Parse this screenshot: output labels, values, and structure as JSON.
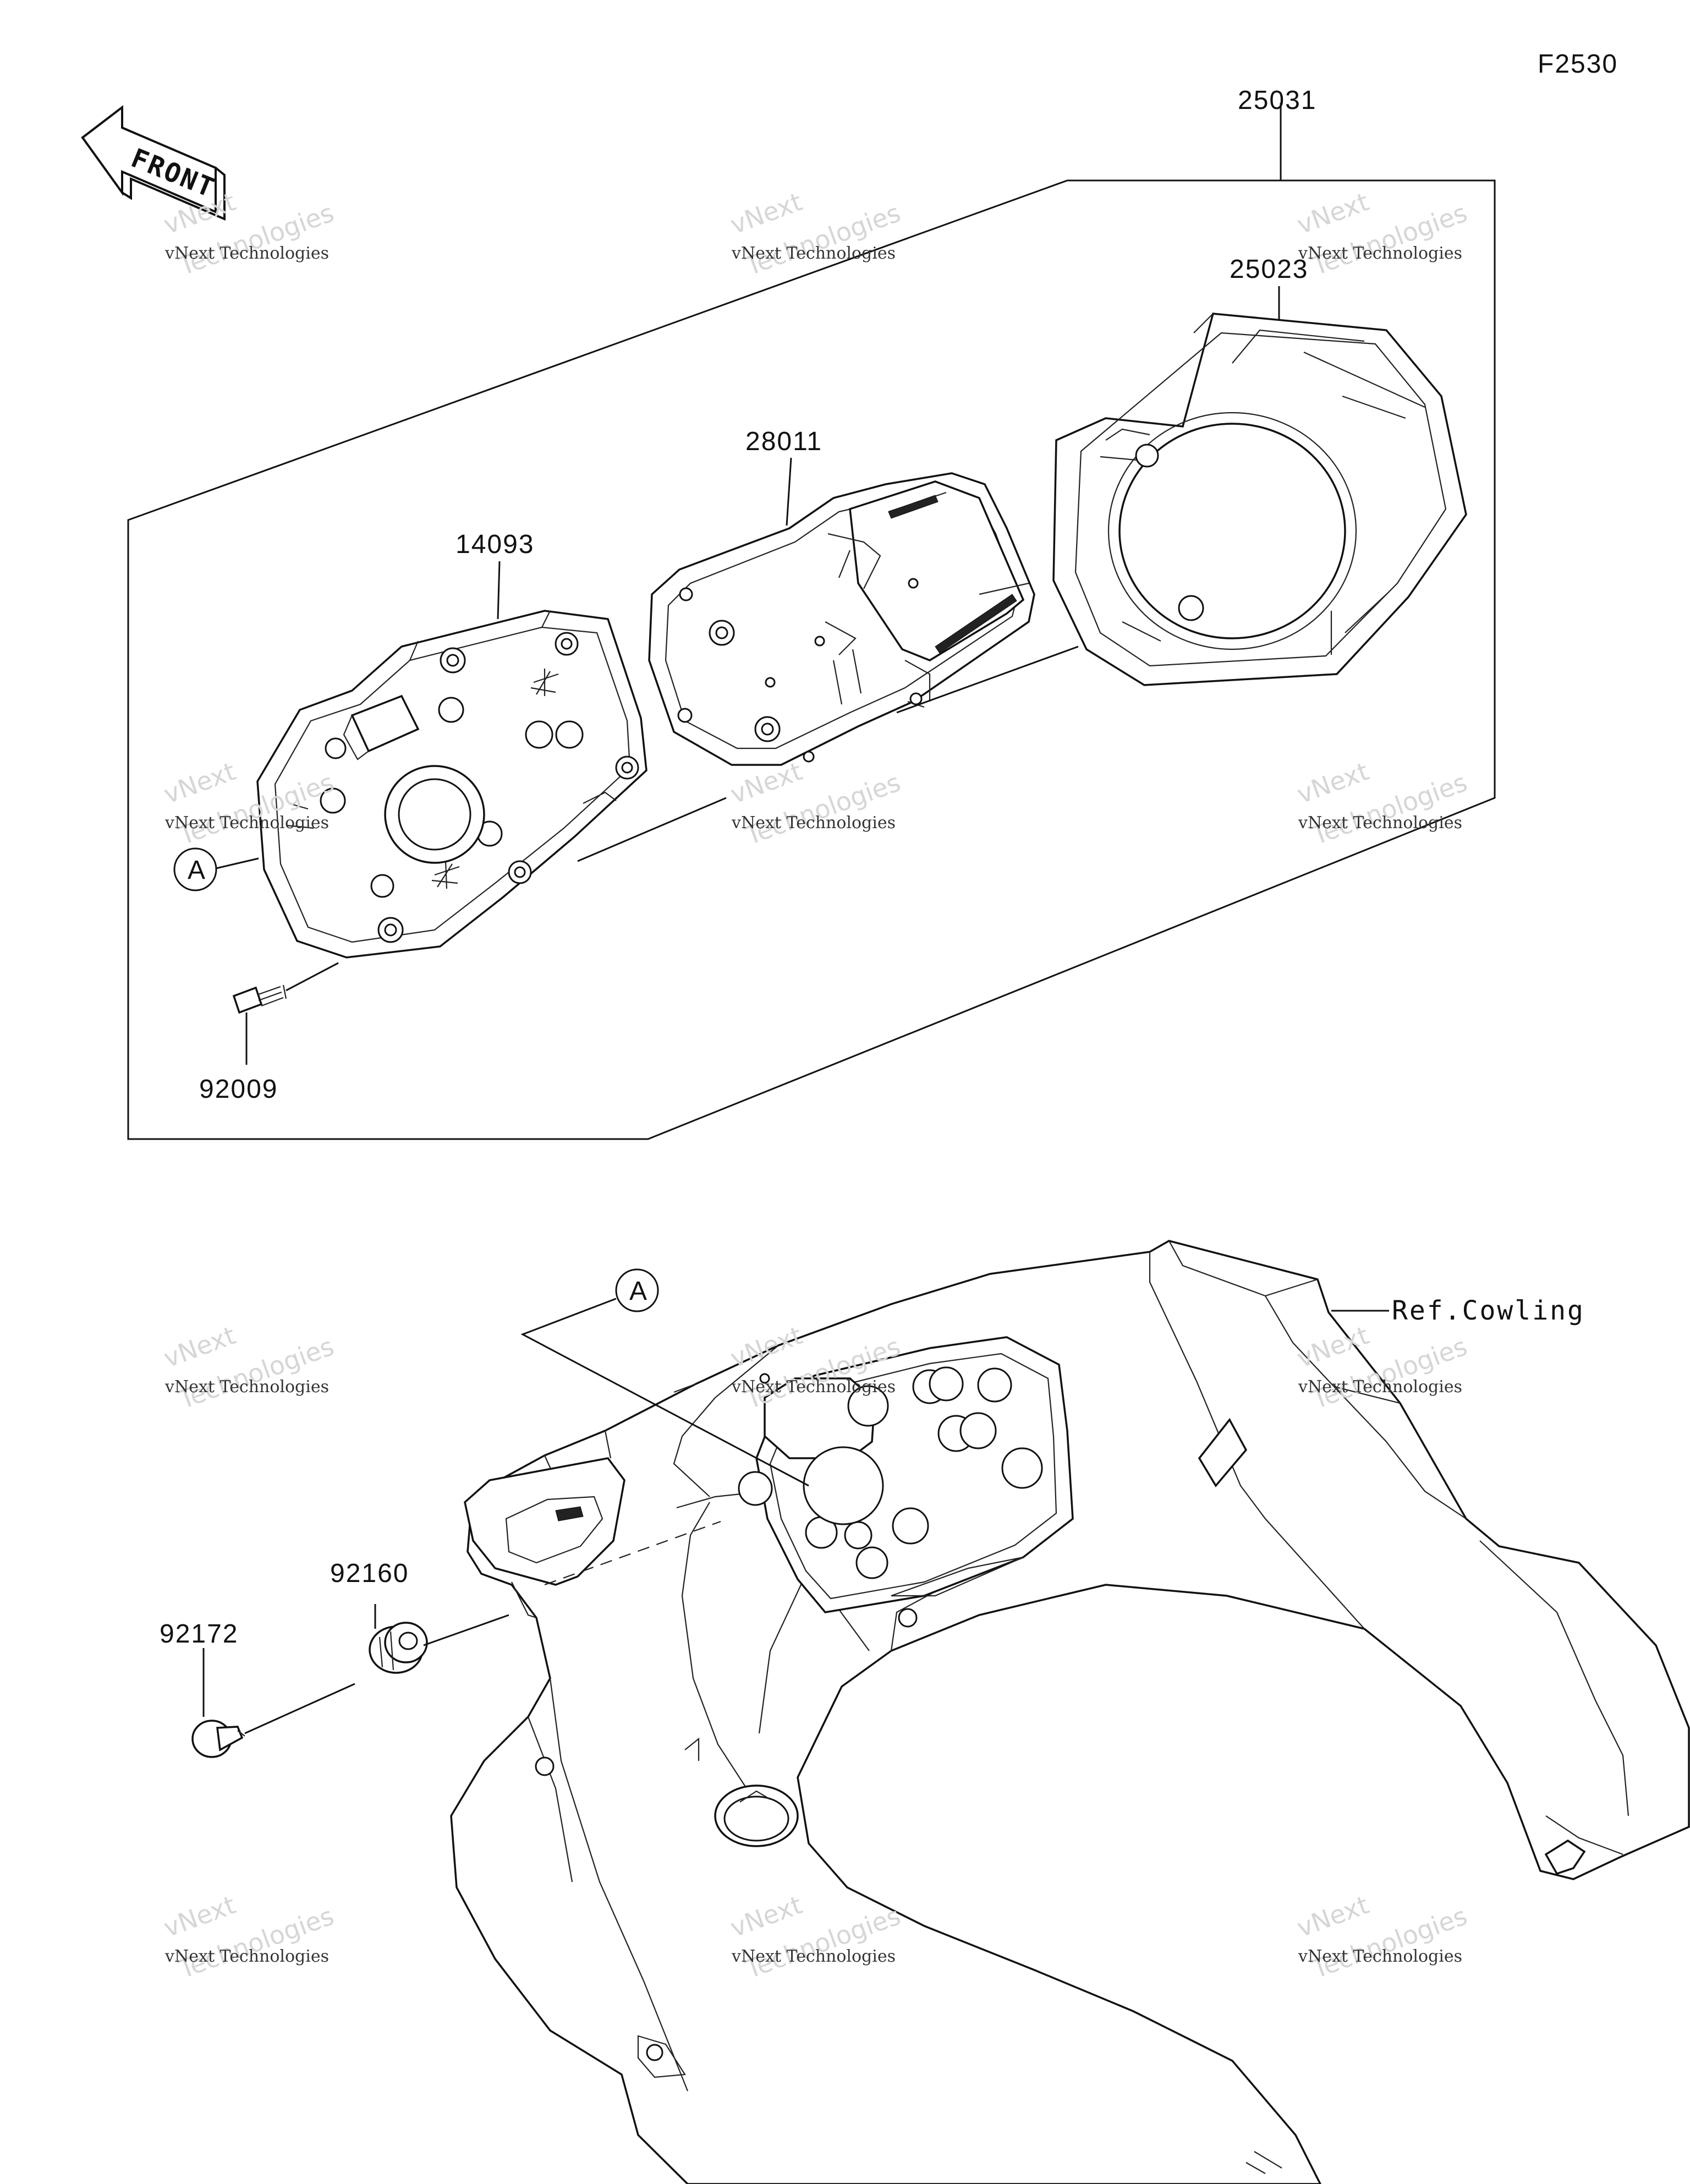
{
  "figure_code": "F2530",
  "front_label": "FRONT",
  "callouts": {
    "assembly": "25031",
    "cover": "25023",
    "meter_unit": "28011",
    "case": "14093",
    "screw": "92009",
    "damper": "92160",
    "bolt": "92172",
    "ref_cowling": "Ref.Cowling",
    "ref_a_top": "A",
    "ref_a_bottom": "A"
  },
  "watermark": {
    "line1": "vNext Technologies",
    "line2": "vNext Technologies"
  }
}
